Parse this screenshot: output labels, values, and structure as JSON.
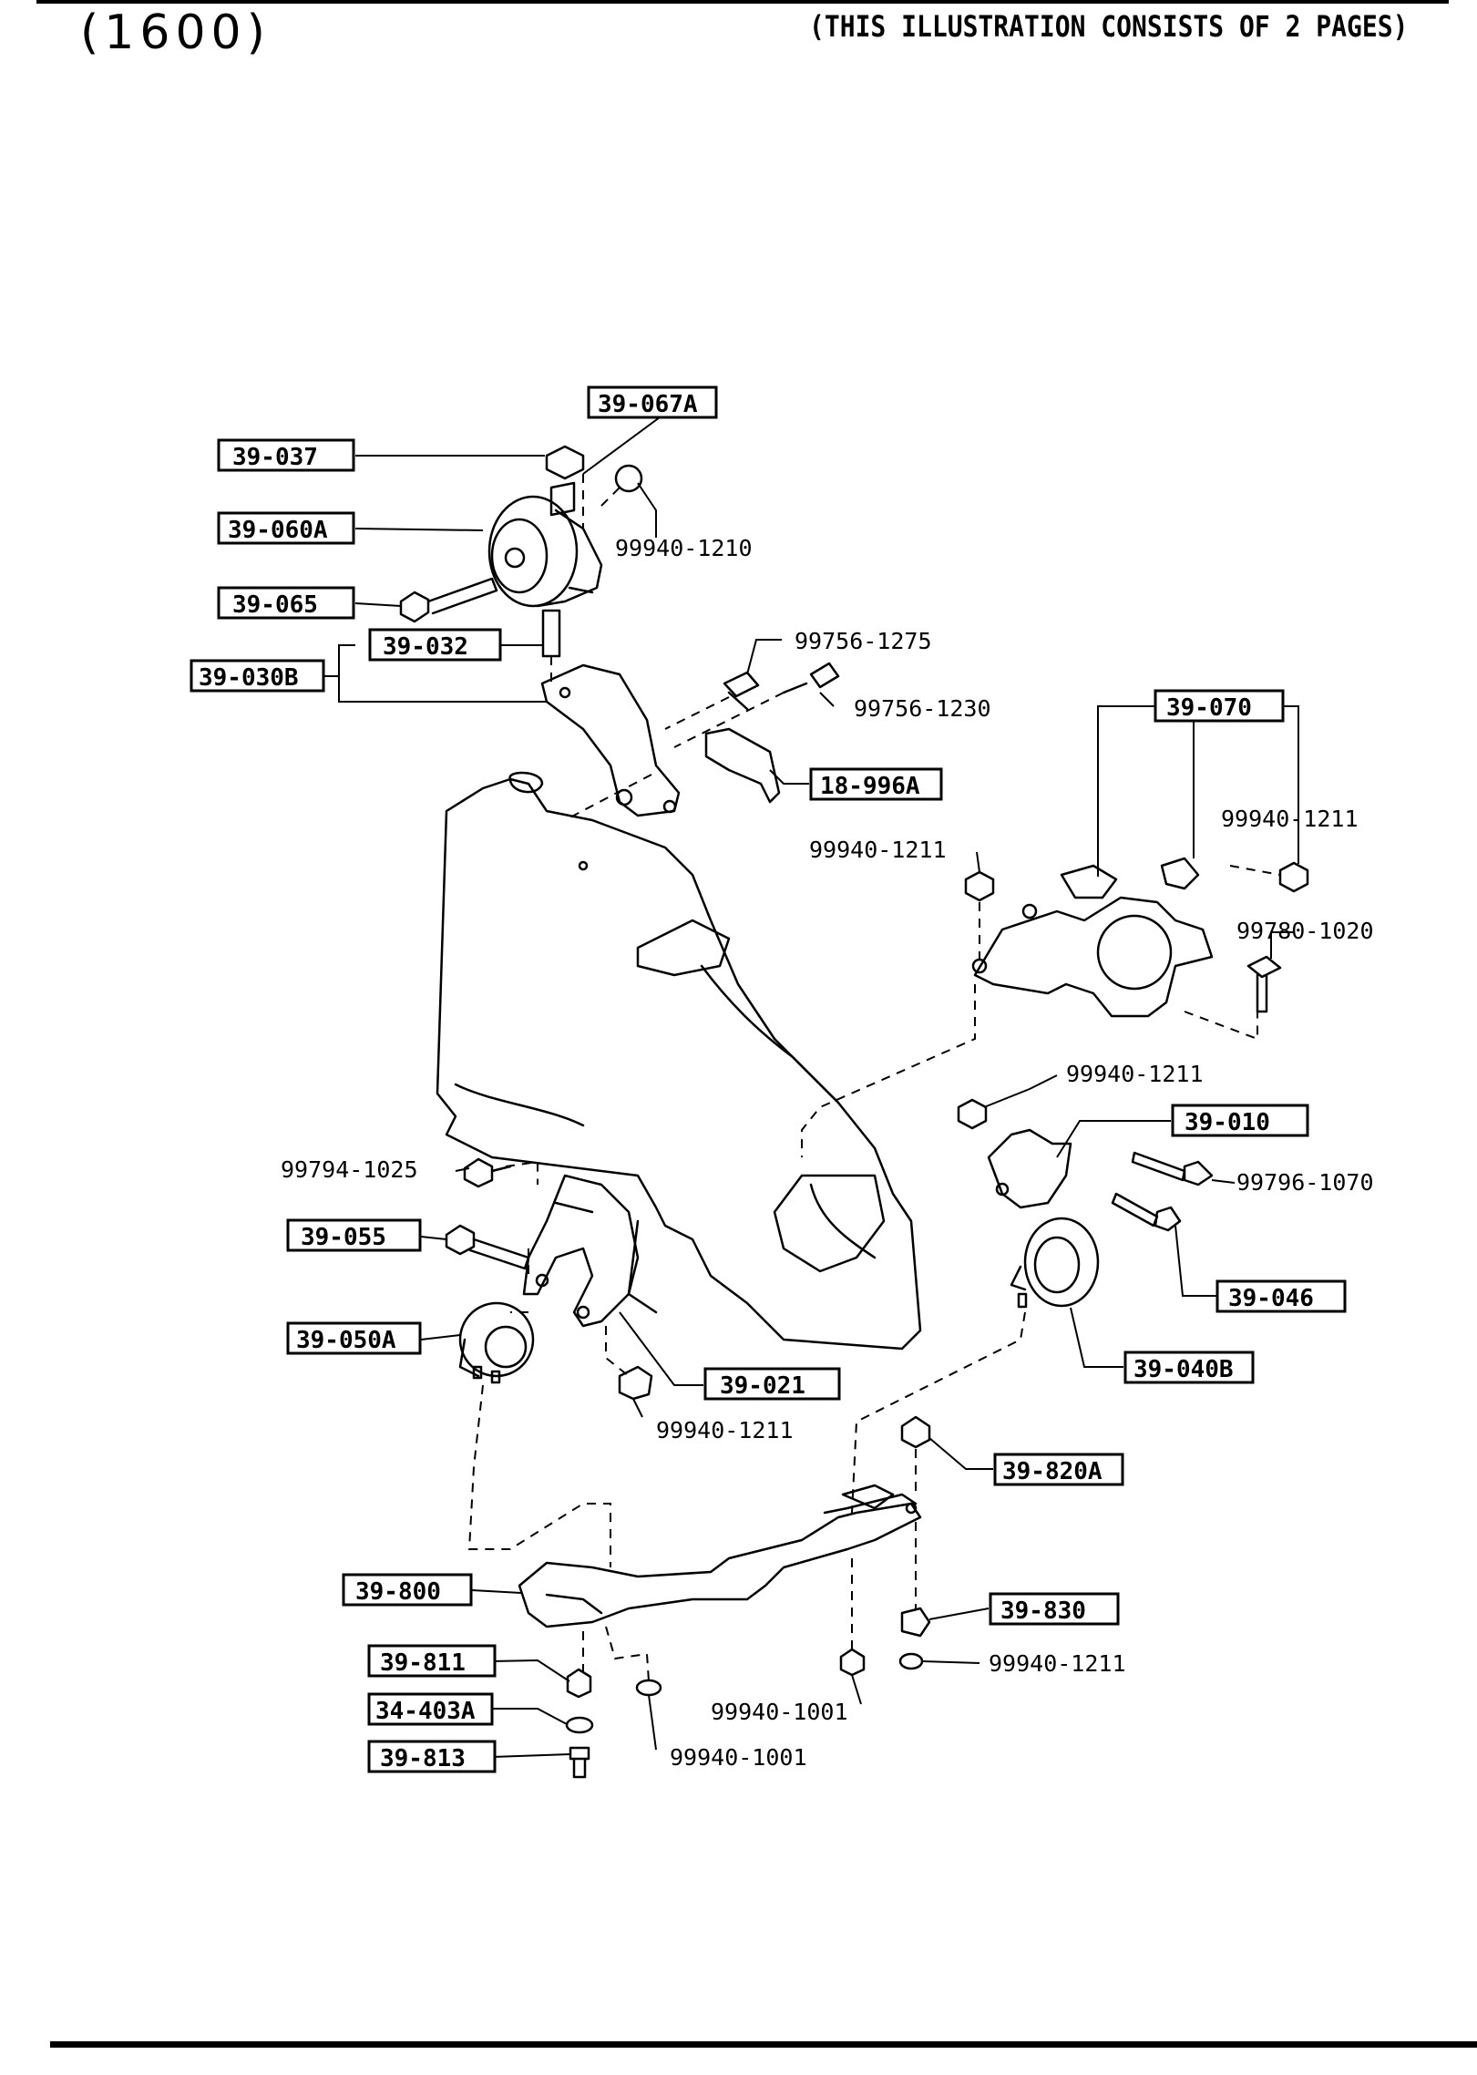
{
  "header": {
    "code": "(1600)",
    "note": "(THIS ILLUSTRATION CONSISTS OF  2 PAGES)"
  },
  "callouts": {
    "c39_067A": "39-067A",
    "c39_037": "39-037",
    "c39_060A": "39-060A",
    "c39_065": "39-065",
    "c39_032": "39-032",
    "c39_030B": "39-030B",
    "c18_996A": "18-996A",
    "c39_070": "39-070",
    "c39_010": "39-010",
    "c39_046": "39-046",
    "c39_040B": "39-040B",
    "c39_055": "39-055",
    "c39_050A": "39-050A",
    "c39_021": "39-021",
    "c39_820A": "39-820A",
    "c39_800": "39-800",
    "c39_830": "39-830",
    "c39_811": "39-811",
    "c34_403A": "34-403A",
    "c39_813": "39-813"
  },
  "part_numbers": {
    "p1210": "99940-1210",
    "p1275": "99756-1275",
    "p1230": "99756-1230",
    "p1211_a": "99940-1211",
    "p1211_b": "99940-1211",
    "p1020": "99780-1020",
    "p1211_c": "99940-1211",
    "p1070": "99796-1070",
    "p1025": "99794-1025",
    "p1211_d": "99940-1211",
    "p1211_e": "99940-1211",
    "p1001_a": "99940-1001",
    "p1001_b": "99940-1001"
  }
}
